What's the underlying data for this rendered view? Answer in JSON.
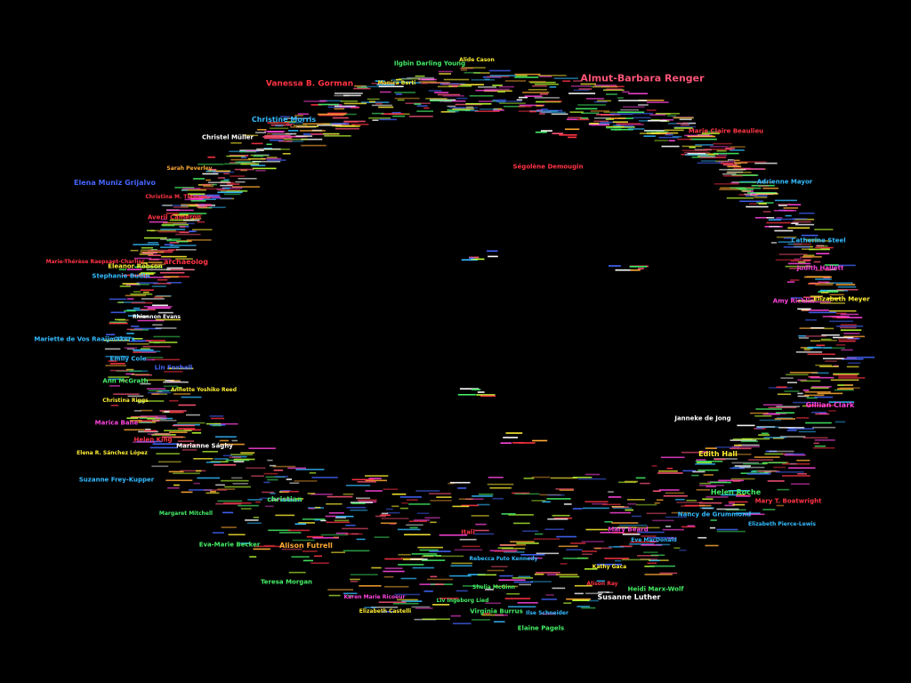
{
  "colors": {
    "background": "#000000",
    "red": "#ff3344",
    "pink": "#ff5577",
    "green": "#44ee66",
    "lime": "#bbff33",
    "cyan": "#33bbff",
    "yellow": "#ffee33",
    "magenta": "#ff44dd",
    "orange": "#ffaa33",
    "blue": "#4466ff",
    "white": "#ffffff"
  },
  "labels": [
    {
      "text": "Almut-Barbara Renger",
      "color": "pink",
      "size": "xl"
    },
    {
      "text": "Vanessa B. Gorman",
      "color": "red",
      "size": "l"
    },
    {
      "text": "Ilgbin Darling Young",
      "color": "green",
      "size": "s"
    },
    {
      "text": "Alide Cason",
      "color": "yellow",
      "size": "xs"
    },
    {
      "text": "Monica Berti",
      "color": "yellow",
      "size": "xs"
    },
    {
      "text": "Christine Morris",
      "color": "cyan",
      "size": "m"
    },
    {
      "text": "Christel Müller",
      "color": "white",
      "size": "s"
    },
    {
      "text": "Marie Claire Beaulieu",
      "color": "red",
      "size": "s"
    },
    {
      "text": "Ségolène Demougin",
      "color": "red",
      "size": "s"
    },
    {
      "text": "Sarah Peverley",
      "color": "orange",
      "size": "xs"
    },
    {
      "text": "Elena Muniz Grijalvo",
      "color": "blue",
      "size": "m"
    },
    {
      "text": "Christina M. Thomas",
      "color": "red",
      "size": "xs"
    },
    {
      "text": "Averil Cameron",
      "color": "red",
      "size": "s"
    },
    {
      "text": "Adrienne Mayor",
      "color": "cyan",
      "size": "s"
    },
    {
      "text": "Catherine Steel",
      "color": "cyan",
      "size": "s"
    },
    {
      "text": "Judith Hallett",
      "color": "magenta",
      "size": "s"
    },
    {
      "text": "Marie-Thérèse Raepsaet-Charlier",
      "color": "red",
      "size": "xs"
    },
    {
      "text": "archaeolog",
      "color": "red",
      "size": "m"
    },
    {
      "text": "Eleanor Robson",
      "color": "yellow",
      "size": "s"
    },
    {
      "text": "Stephanie Budin",
      "color": "cyan",
      "size": "s"
    },
    {
      "text": "Rhiannon Evans",
      "color": "white",
      "size": "xs"
    },
    {
      "text": "Amy Richlin",
      "color": "magenta",
      "size": "s"
    },
    {
      "text": "Elizabeth Meyer",
      "color": "yellow",
      "size": "s"
    },
    {
      "text": "Mariette de Vos Raaijmakers",
      "color": "cyan",
      "size": "s"
    },
    {
      "text": "Emily Cole",
      "color": "cyan",
      "size": "s"
    },
    {
      "text": "Lin Foxhall",
      "color": "blue",
      "size": "s"
    },
    {
      "text": "Ann McGrath",
      "color": "green",
      "size": "s"
    },
    {
      "text": "Annette Yoshiko Reed",
      "color": "yellow",
      "size": "xs"
    },
    {
      "text": "Christina Riggs",
      "color": "yellow",
      "size": "xs"
    },
    {
      "text": "Gillian Clark",
      "color": "magenta",
      "size": "m"
    },
    {
      "text": "Janneke de Jong",
      "color": "white",
      "size": "s"
    },
    {
      "text": "Marica Bane",
      "color": "magenta",
      "size": "s"
    },
    {
      "text": "Helen King",
      "color": "red",
      "size": "s"
    },
    {
      "text": "Marianne Sághy",
      "color": "white",
      "size": "s"
    },
    {
      "text": "Elena R. Sánchez López",
      "color": "yellow",
      "size": "xs"
    },
    {
      "text": "Edith Hall",
      "color": "yellow",
      "size": "m"
    },
    {
      "text": "Suzanne Frey-Kupper",
      "color": "cyan",
      "size": "s"
    },
    {
      "text": "Helen Roche",
      "color": "green",
      "size": "m"
    },
    {
      "text": "Mary T. Boatwright",
      "color": "red",
      "size": "s"
    },
    {
      "text": "Margaret Mitchell",
      "color": "green",
      "size": "xs"
    },
    {
      "text": "christian",
      "color": "green",
      "size": "m"
    },
    {
      "text": "Nancy de Grummond",
      "color": "cyan",
      "size": "s"
    },
    {
      "text": "Elizabeth Pierce-Lewis",
      "color": "cyan",
      "size": "xs"
    },
    {
      "text": "Mary Beard",
      "color": "magenta",
      "size": "s"
    },
    {
      "text": "Eve MacDonald",
      "color": "cyan",
      "size": "xs"
    },
    {
      "text": "Eva-Marie Becker",
      "color": "green",
      "size": "s"
    },
    {
      "text": "Alison Futrell",
      "color": "orange",
      "size": "m"
    },
    {
      "text": "Itali",
      "color": "red",
      "size": "s"
    },
    {
      "text": "Teresa Morgan",
      "color": "green",
      "size": "s"
    },
    {
      "text": "Rebecca Futo Kennedy",
      "color": "cyan",
      "size": "xs"
    },
    {
      "text": "Shelia McGinn",
      "color": "green",
      "size": "xs"
    },
    {
      "text": "Heidi Marx-Wolf",
      "color": "green",
      "size": "s"
    },
    {
      "text": "Susanne Luther",
      "color": "white",
      "size": "m"
    },
    {
      "text": "Karen Marie Ricoeur",
      "color": "magenta",
      "size": "xs"
    },
    {
      "text": "Elizabeth Castelli",
      "color": "yellow",
      "size": "xs"
    },
    {
      "text": "Liv Ingeborg Lied",
      "color": "green",
      "size": "xs"
    },
    {
      "text": "Virginia Burrus",
      "color": "green",
      "size": "s"
    },
    {
      "text": "Ilse Schneider",
      "color": "cyan",
      "size": "xs"
    },
    {
      "text": "Elaine Pagels",
      "color": "green",
      "size": "s"
    },
    {
      "text": "Kathy Gaca",
      "color": "yellow",
      "size": "xs"
    },
    {
      "text": "Alison Ray",
      "color": "red",
      "size": "xs"
    }
  ]
}
